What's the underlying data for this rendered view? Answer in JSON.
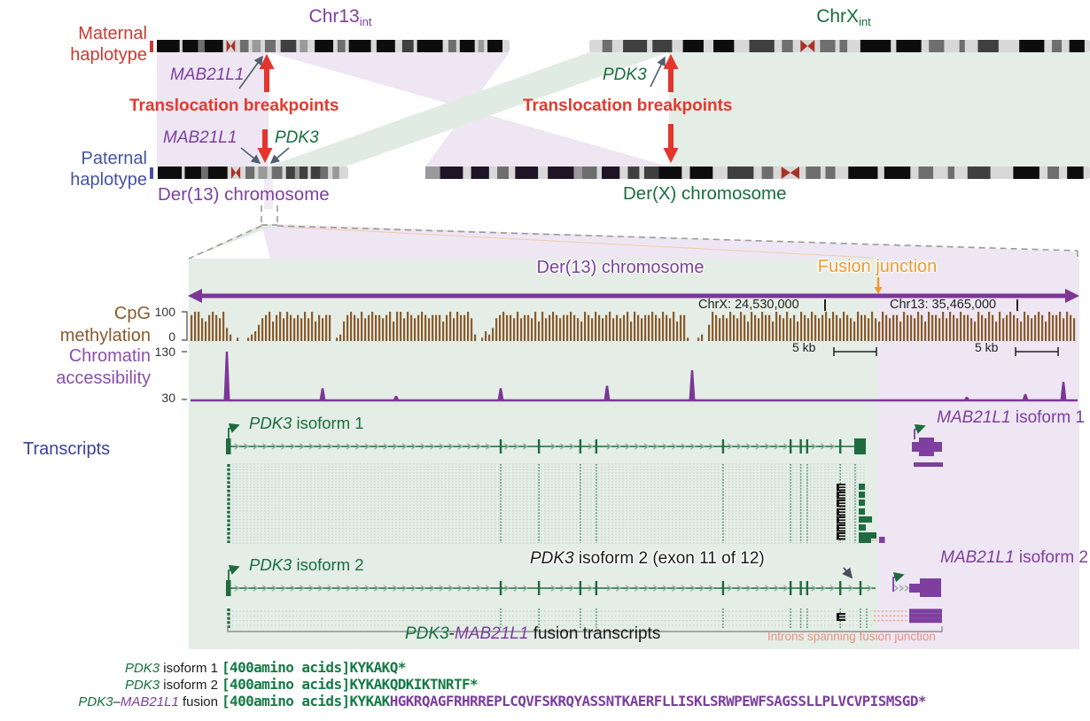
{
  "colors": {
    "red": "#cb3a33",
    "red_arrow": "#e2352b",
    "blue": "#4353a4",
    "purple": "#7e3f9f",
    "purple_track": "#7c3796",
    "green": "#176e3e",
    "green_light_bg": "#e4ede6",
    "lavender_bg": "#eee6f3",
    "orange": "#f0992f",
    "brown": "#8a5a2b",
    "salmon": "#f0907e",
    "navy": "#3c4199"
  },
  "top": {
    "chr13_title": "Chr13",
    "chr13_sub": "int",
    "chrx_title": "ChrX",
    "chrx_sub": "int",
    "maternal_line1": "Maternal",
    "maternal_line2": "haplotype",
    "paternal_line1": "Paternal",
    "paternal_line2": "haplotype",
    "mab21l1_top": "MAB21L1",
    "mab21l1_bottom": "MAB21L1",
    "pdk3_bottom": "PDK3",
    "pdk3_right": "PDK3",
    "translocation_left": "Translocation breakpoints",
    "translocation_right": "Translocation breakpoints",
    "der13_label": "Der(13) chromosome",
    "derx_label": "Der(X) chromosome"
  },
  "ideograms": {
    "palette": {
      "k": "#0d0d0d",
      "kp": "#1e1426",
      "g4": "#3f3f3f",
      "g3": "#6e6e6e",
      "g2": "#9a9a9a",
      "g1": "#d8d8d8",
      "cen": "#a93226"
    },
    "chr13_maternal": [
      [
        "k",
        3.2
      ],
      [
        "g1",
        0.4
      ],
      [
        "k",
        2.2
      ],
      [
        "g3",
        0.9
      ],
      [
        "k",
        2.6
      ],
      [
        "g1",
        0.5
      ],
      [
        "cen",
        1.2
      ],
      [
        "g1",
        0.7
      ],
      [
        "g3",
        1.2
      ],
      [
        "g1",
        0.5
      ],
      [
        "g2",
        1.2
      ],
      [
        "g1",
        0.6
      ],
      [
        "g3",
        1.5
      ],
      [
        "g1",
        0.7
      ],
      [
        "g4",
        2.2
      ],
      [
        "g1",
        0.5
      ],
      [
        "g2",
        1.1
      ],
      [
        "g1",
        1.0
      ],
      [
        "k",
        2.6
      ],
      [
        "g1",
        0.6
      ],
      [
        "g3",
        1.1
      ],
      [
        "g1",
        0.5
      ],
      [
        "k",
        3.1
      ],
      [
        "g1",
        0.8
      ],
      [
        "k",
        2.6
      ],
      [
        "g1",
        1.0
      ],
      [
        "g4",
        1.6
      ],
      [
        "g1",
        0.5
      ],
      [
        "k",
        3.6
      ],
      [
        "g1",
        0.8
      ],
      [
        "g3",
        1.1
      ],
      [
        "g1",
        0.5
      ],
      [
        "k",
        2.1
      ],
      [
        "g1",
        0.5
      ],
      [
        "g2",
        0.8
      ],
      [
        "g1",
        0.5
      ],
      [
        "k",
        2.1
      ],
      [
        "g1",
        1.0
      ]
    ],
    "chrx_maternal": [
      [
        "g1",
        1.2
      ],
      [
        "g3",
        0.9
      ],
      [
        "g1",
        1.0
      ],
      [
        "g4",
        2.2
      ],
      [
        "g1",
        0.5
      ],
      [
        "g4",
        1.8
      ],
      [
        "g1",
        1.0
      ],
      [
        "k",
        1.9
      ],
      [
        "g1",
        0.9
      ],
      [
        "k",
        1.9
      ],
      [
        "g1",
        1.4
      ],
      [
        "g4",
        2.3
      ],
      [
        "g1",
        0.7
      ],
      [
        "g3",
        1.0
      ],
      [
        "g1",
        0.7
      ],
      [
        "cen",
        1.3
      ],
      [
        "g1",
        0.5
      ],
      [
        "g3",
        1.4
      ],
      [
        "g1",
        0.4
      ],
      [
        "g3",
        0.7
      ],
      [
        "g1",
        1.2
      ],
      [
        "k",
        2.8
      ],
      [
        "g1",
        0.5
      ],
      [
        "k",
        2.3
      ],
      [
        "g1",
        0.7
      ],
      [
        "g3",
        1.4
      ],
      [
        "g1",
        1.4
      ],
      [
        "g3",
        0.5
      ],
      [
        "g1",
        1.2
      ],
      [
        "g4",
        1.9
      ],
      [
        "g1",
        1.9
      ],
      [
        "k",
        2.3
      ],
      [
        "g1",
        0.7
      ],
      [
        "g3",
        0.9
      ],
      [
        "g1",
        0.7
      ],
      [
        "k",
        1.4
      ],
      [
        "g1",
        0.5
      ]
    ],
    "der13_paternal": [
      [
        "k",
        3.2
      ],
      [
        "g1",
        0.4
      ],
      [
        "k",
        2.2
      ],
      [
        "g3",
        0.9
      ],
      [
        "k",
        2.6
      ],
      [
        "g1",
        0.5
      ],
      [
        "cen",
        1.2
      ],
      [
        "g1",
        0.7
      ],
      [
        "g3",
        1.2
      ],
      [
        "g1",
        0.5
      ],
      [
        "g2",
        1.2
      ],
      [
        "g1",
        0.6
      ],
      [
        "g3",
        1.4
      ],
      [
        "g1",
        0.5
      ],
      [
        "g4",
        1.2
      ],
      [
        "g2",
        0.6
      ],
      [
        "g4",
        1.1
      ],
      [
        "g1",
        0.4
      ],
      [
        "g4",
        1.3
      ],
      [
        "g3",
        1.0
      ],
      [
        "g1",
        0.6
      ],
      [
        "g2",
        0.9
      ],
      [
        "g1",
        1.2
      ]
    ],
    "derx_paternal": [
      [
        "g2",
        0.9
      ],
      [
        "kp",
        1.4
      ],
      [
        "g1",
        0.5
      ],
      [
        "kp",
        1.1
      ],
      [
        "g1",
        0.5
      ],
      [
        "g3",
        0.7
      ],
      [
        "g1",
        0.4
      ],
      [
        "kp",
        1.4
      ],
      [
        "g1",
        0.6
      ],
      [
        "kp",
        1.6
      ],
      [
        "g2",
        0.5
      ],
      [
        "g3",
        0.9
      ],
      [
        "g1",
        0.3
      ],
      [
        "kp",
        1.1
      ],
      [
        "g1",
        0.5
      ],
      [
        "g4",
        0.7
      ],
      [
        "g1",
        0.3
      ],
      [
        "g4",
        0.9
      ],
      [
        "k",
        1.4
      ],
      [
        "g1",
        0.5
      ],
      [
        "k",
        1.4
      ],
      [
        "g1",
        0.9
      ],
      [
        "g4",
        1.6
      ],
      [
        "g1",
        0.5
      ],
      [
        "g3",
        0.7
      ],
      [
        "g1",
        0.5
      ],
      [
        "cen",
        1.1
      ],
      [
        "g1",
        0.4
      ],
      [
        "g3",
        0.9
      ],
      [
        "g1",
        0.3
      ],
      [
        "g3",
        0.6
      ],
      [
        "g1",
        0.8
      ],
      [
        "k",
        1.8
      ],
      [
        "g1",
        0.4
      ],
      [
        "k",
        1.6
      ],
      [
        "g1",
        0.5
      ],
      [
        "g3",
        0.9
      ],
      [
        "g1",
        0.9
      ],
      [
        "g3",
        0.4
      ],
      [
        "g1",
        0.8
      ],
      [
        "g4",
        1.4
      ],
      [
        "g1",
        1.4
      ],
      [
        "k",
        1.6
      ],
      [
        "g1",
        0.5
      ],
      [
        "g3",
        0.7
      ],
      [
        "g1",
        0.5
      ],
      [
        "k",
        1.0
      ],
      [
        "g1",
        0.4
      ]
    ]
  },
  "panel": {
    "title": "Der(13) chromosome",
    "fusion_junction": "Fusion junction",
    "chrx_coord": "ChrX: 24,530,000",
    "chr13_coord": "Chr13: 35,465,000",
    "scale_left": "5 kb",
    "scale_right": "5 kb"
  },
  "tracks": {
    "cpg_label_1": "CpG",
    "cpg_label_2": "methylation",
    "cpg_max": "100",
    "cpg_min": "0",
    "cpg_bars": "8997689879420100123578968979878797968788012689879789887896997987898788868979889720132478988797887969789878898769879878978789698788987987968810012059878798798698798869879786987987897987987698879769878869887986988797987988769879869789876987898698897987",
    "atac_label_1": "Chromatin",
    "atac_label_2": "accessibility",
    "atac_max": "130",
    "atac_min": "30",
    "atac_peaks": [
      [
        0.041,
        1.0
      ],
      [
        0.149,
        0.25
      ],
      [
        0.232,
        0.09
      ],
      [
        0.35,
        0.25
      ],
      [
        0.47,
        0.3
      ],
      [
        0.566,
        0.62
      ],
      [
        0.876,
        0.07
      ],
      [
        0.942,
        0.13
      ],
      [
        0.985,
        0.38
      ]
    ],
    "transcripts_label": "Transcripts"
  },
  "transcripts": {
    "pdk3_iso1_gene": "PDK3",
    "pdk3_iso1_rest": " isoform 1",
    "mab21l1_iso1_gene": "MAB21L1",
    "mab21l1_iso1_rest": " isoform 1",
    "pdk3_iso2_gene": "PDK3",
    "pdk3_iso2_rest": " isoform 2",
    "exon_note_gene": "PDK3",
    "exon_note_rest": " isoform 2 (exon 11 of 12)",
    "mab21l1_iso2_gene": "MAB21L1",
    "mab21l1_iso2_rest": " isoform 2",
    "fusion_gene1": "PDK3",
    "fusion_dash": "-",
    "fusion_gene2": "MAB21L1",
    "fusion_rest": " fusion transcripts",
    "introns_note": "Introns spanning fusion junction",
    "exon_fracs": [
      0.427,
      0.487,
      0.552,
      0.577,
      0.776,
      0.882,
      0.898,
      0.908,
      0.96
    ],
    "iso1_reads_rows": 28,
    "iso2_reads_rows": 4
  },
  "proteins": {
    "rows": [
      {
        "gene1": "PDK3",
        "dash": "",
        "gene2": "",
        "rest": " isoform 1",
        "mono_green": "[400amino acids]KYKAKQ*",
        "mono_purple": ""
      },
      {
        "gene1": "PDK3",
        "dash": "",
        "gene2": "",
        "rest": " isoform 2",
        "mono_green": "[400amino acids]KYKAKQDKIKTNRTF*",
        "mono_purple": ""
      },
      {
        "gene1": "PDK3",
        "dash": "–",
        "gene2": "MAB21L1",
        "rest": " fusion",
        "mono_green": "[400amino acids]KYKAK",
        "mono_purple": "HGKRQAGFRHRREPLCQVFSKRQYASSNTKAERFLLISKLSRWPEWFSAGSSLLPLVCVPISMSGD*"
      }
    ]
  },
  "chart_data": [
    {
      "type": "bar",
      "title": "CpG methylation",
      "ylabel": "% methylation",
      "ylim": [
        0,
        100
      ],
      "x_span": [
        "ChrX: 24,530,000",
        "Chr13: 35,465,000"
      ],
      "scale_bar": "5 kb",
      "values_encoded": "see tracks.cpg_bars - each digit 0-9 is one CpG bar height = digit*(100/9) percent"
    },
    {
      "type": "area",
      "title": "Chromatin accessibility",
      "ylim": [
        30,
        130
      ],
      "peaks": "see tracks.atac_peaks - [position fraction across Der(13) window, peak height fraction of 100]"
    }
  ]
}
